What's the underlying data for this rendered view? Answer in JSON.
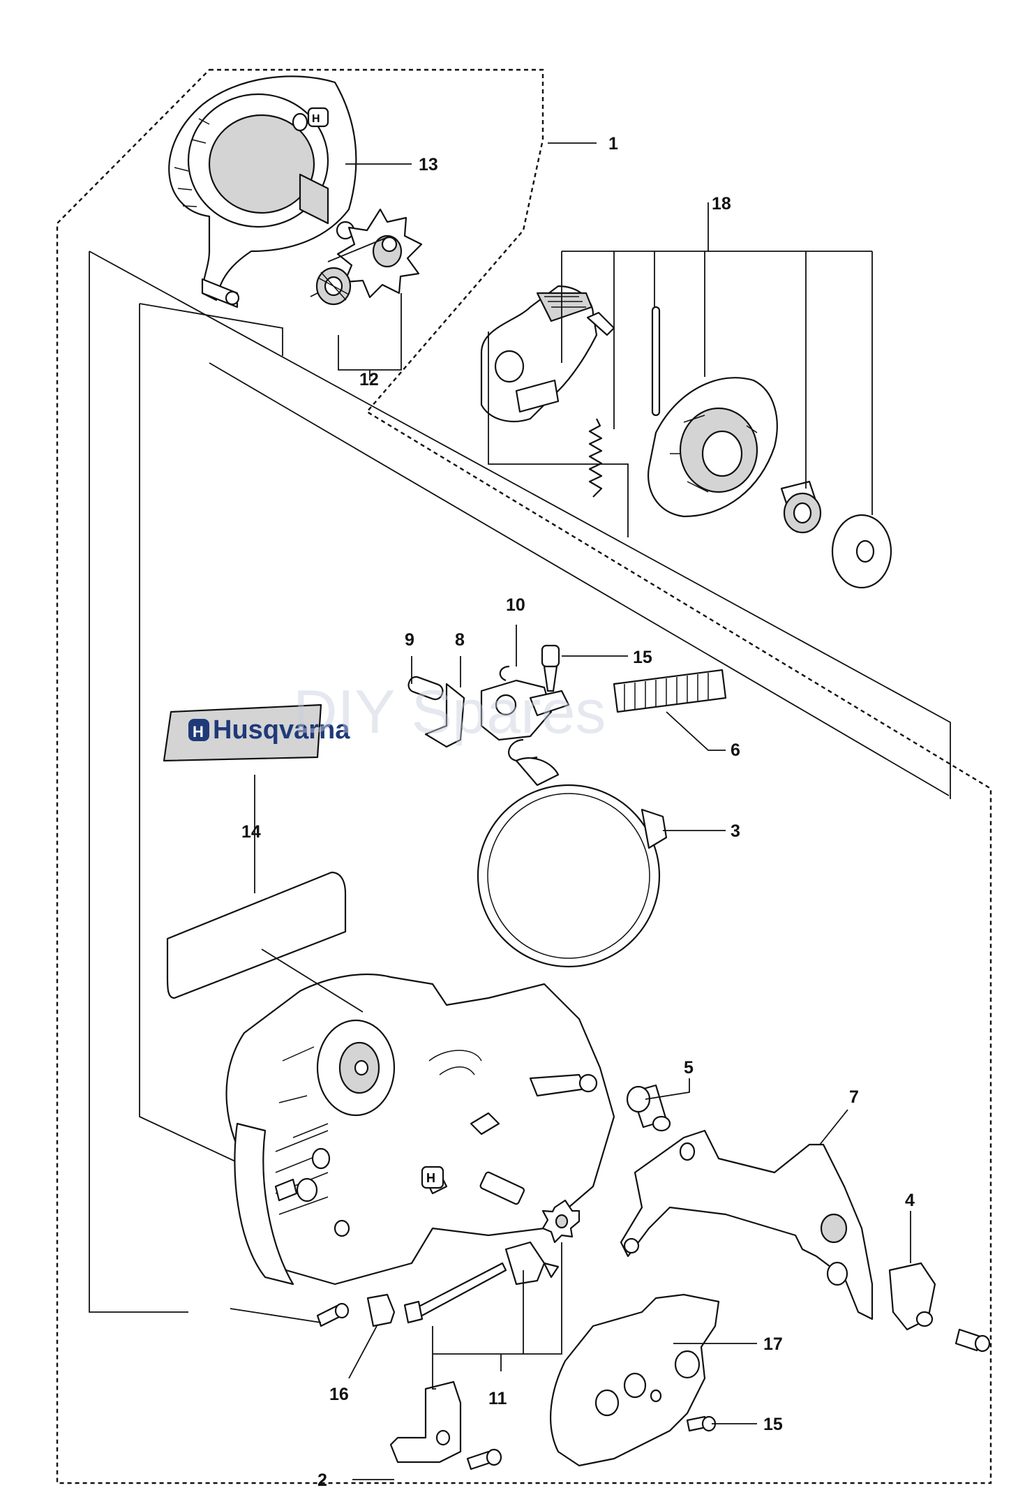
{
  "brand": {
    "logo_text": "Husqvarna",
    "logo_color": "#1f3a78"
  },
  "watermark": "DIY Spares",
  "labels": {
    "p1": "1",
    "p2": "2",
    "p3": "3",
    "p4": "4",
    "p5": "5",
    "p6": "6",
    "p7": "7",
    "p8": "8",
    "p9": "9",
    "p10": "10",
    "p11": "11",
    "p12": "12",
    "p13": "13",
    "p14": "14",
    "p15a": "15",
    "p15b": "15",
    "p16": "16",
    "p17": "17",
    "p18": "18"
  }
}
